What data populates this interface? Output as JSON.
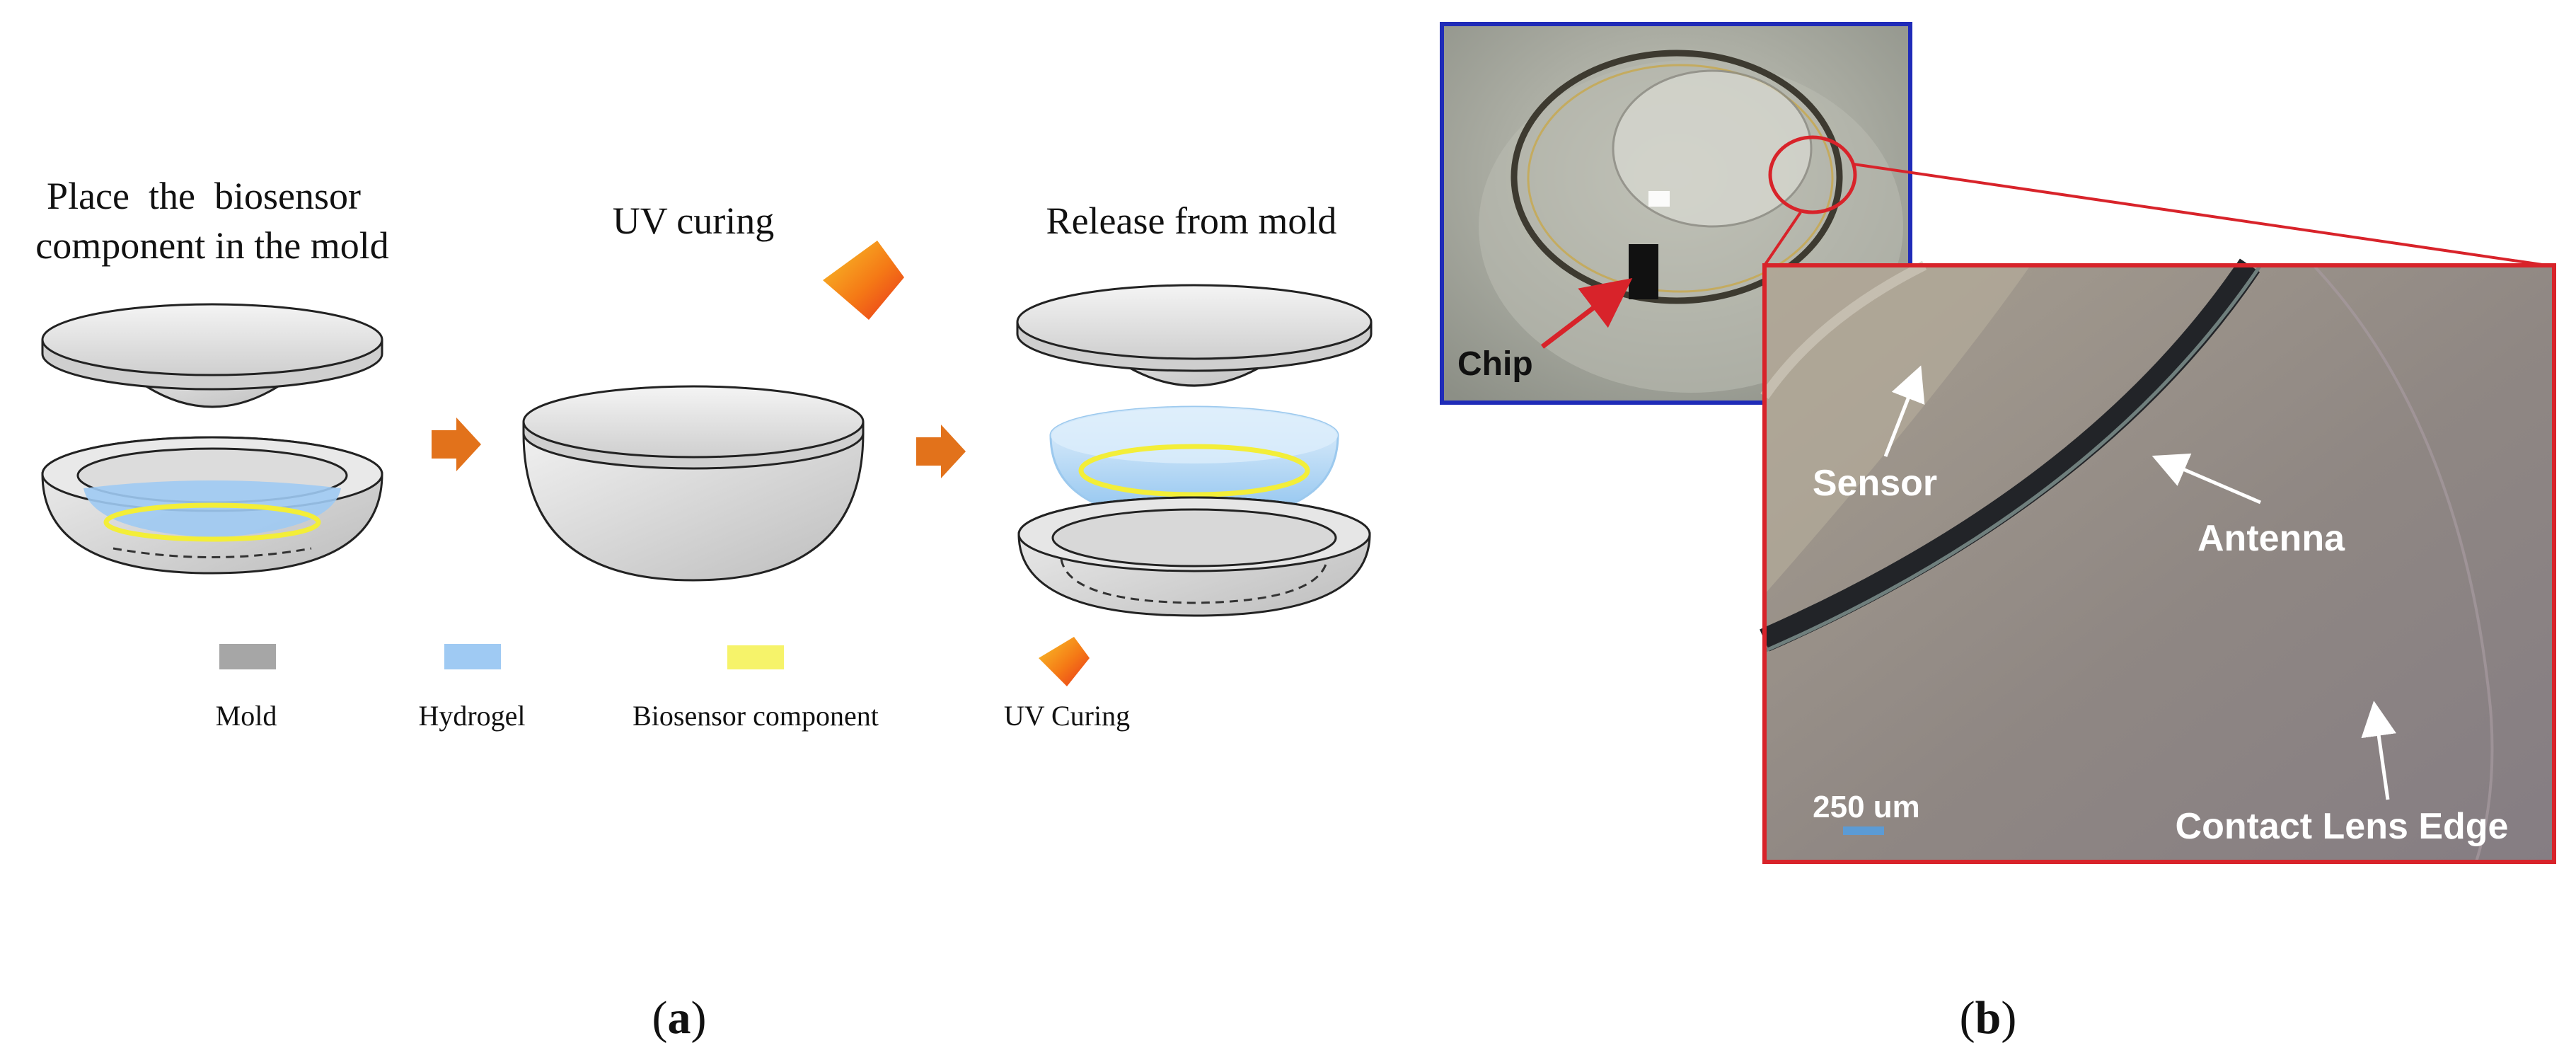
{
  "panel_a": {
    "steps": [
      {
        "title_line1": "Place  the  biosensor",
        "title_line2": "component in the mold"
      },
      {
        "title_line1": "UV curing"
      },
      {
        "title_line1": "Release from mold"
      }
    ],
    "legend": [
      {
        "label": "Mold",
        "color": "#a6a6a6"
      },
      {
        "label": "Hydrogel",
        "color": "#9fcaf3"
      },
      {
        "label": "Biosensor component",
        "color": "#f6f36a"
      },
      {
        "label": "UV Curing",
        "color": "#f56c12"
      }
    ],
    "panel_label": {
      "open": "(",
      "letter": "a",
      "close": ")"
    }
  },
  "panel_b": {
    "photo_label": "Chip",
    "zoom_labels": {
      "sensor": "Sensor",
      "antenna": "Antenna",
      "edge": "Contact Lens Edge",
      "scale": "250 um"
    },
    "panel_label": {
      "open": "(",
      "letter": "b",
      "close": ")"
    }
  },
  "colors": {
    "arrow": "#e2721b",
    "photo_border": "#1f2bb8",
    "zoom_border": "#d8232a",
    "scale_bar": "#5b9bd5"
  }
}
